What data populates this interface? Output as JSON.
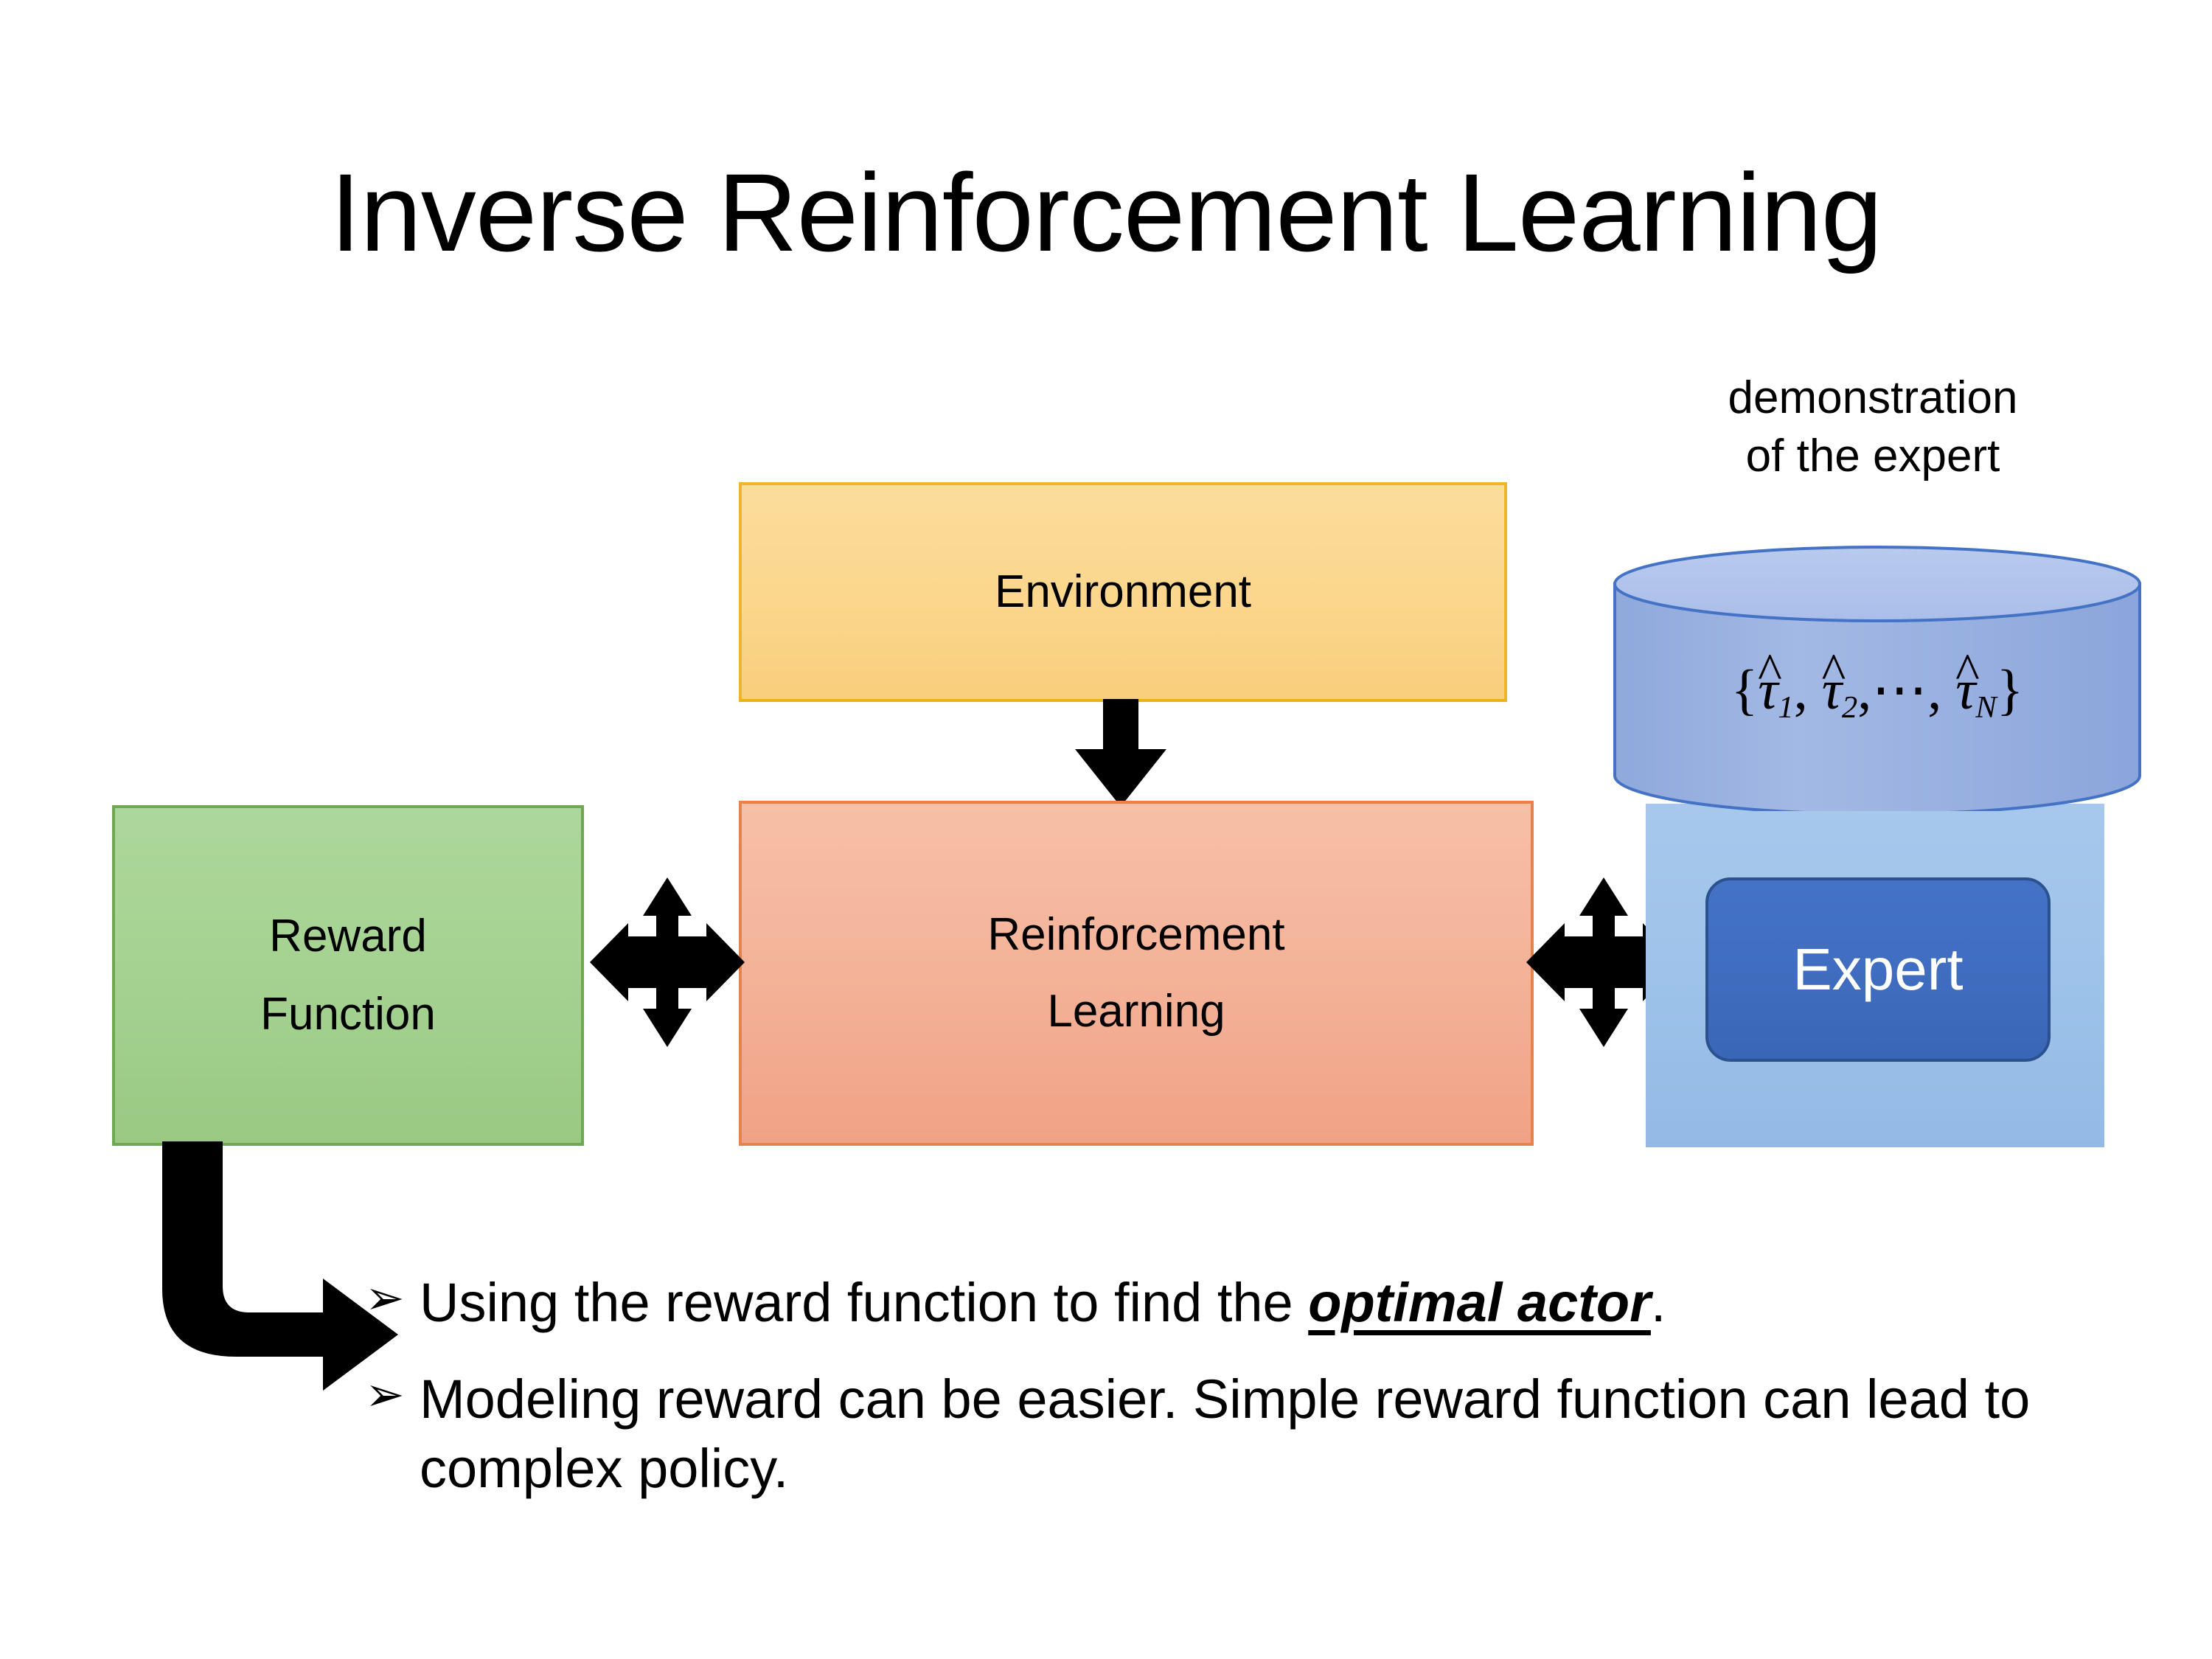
{
  "slide": {
    "title": "Inverse Reinforcement Learning",
    "background_color": "#FFFFFF"
  },
  "diagram": {
    "environment_box": {
      "label": "Environment",
      "fill_color": "#FBD68C",
      "border_color": "#F0B429"
    },
    "reinforcement_learning_box": {
      "label_line1": "Reinforcement",
      "label_line2": "Learning",
      "fill_color": "#F4B49A",
      "border_color": "#E8824A"
    },
    "reward_function_box": {
      "label_line1": "Reward",
      "label_line2": "Function",
      "fill_color": "#A4D190",
      "border_color": "#6EA850"
    },
    "expert_panel": {
      "caption_line1": "demonstration",
      "caption_line2": "of the expert",
      "fill_color": "#9CC1E9"
    },
    "expert_button": {
      "label": "Expert",
      "fill_color": "#4472C4",
      "border_color": "#2B528F",
      "text_color": "#FFFFFF"
    },
    "trajectory_cylinder": {
      "formula_plain": "{τ̂1, τ̂2, ⋯, τ̂N}",
      "open_brace": "{",
      "tau": "τ",
      "hat": "^",
      "sub1": "1",
      "sub2": "2",
      "comma": ",",
      "ellipsis": "⋯",
      "subN": "N",
      "close_brace": "}",
      "fill_color": "#94AFDE",
      "top_fill_color": "#B6C8EC",
      "border_color": "#4472C4"
    },
    "arrows": {
      "environment_to_rl": "down-arrow",
      "reward_to_rl": "left-right-up-down-arrow",
      "rl_to_expert": "left-right-up-down-arrow",
      "reward_to_bullets": "bent-arrow",
      "color": "#000000"
    }
  },
  "bullets": [
    {
      "marker": "➢",
      "text_before": "Using the reward function to find the ",
      "emphasis": "optimal actor",
      "text_after": "."
    },
    {
      "marker": "➢",
      "text_before": "Modeling reward can be easier. Simple reward function can lead to complex policy.",
      "emphasis": "",
      "text_after": ""
    }
  ]
}
